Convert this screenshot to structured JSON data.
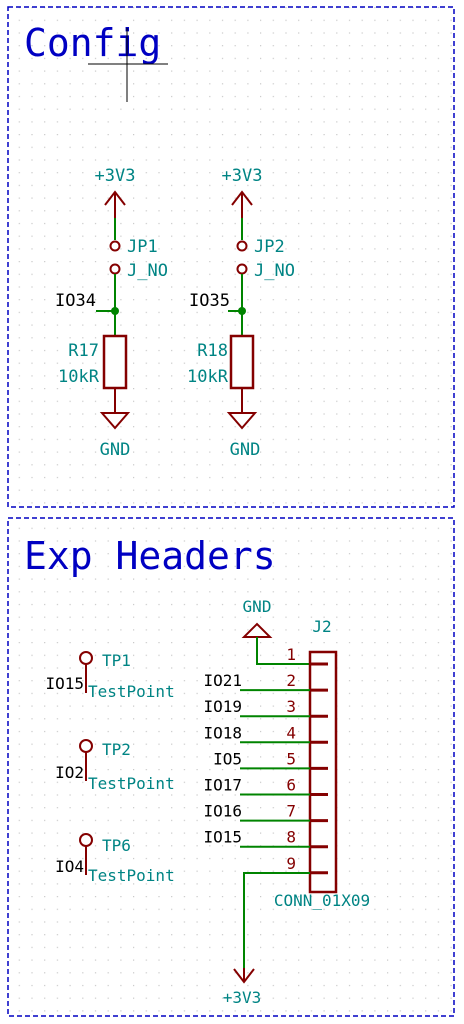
{
  "sections": {
    "config": {
      "title": "Config",
      "left": {
        "power": "+3V3",
        "jumper_ref": "JP1",
        "jumper_val": "J_NO",
        "net": "IO34",
        "res_ref": "R17",
        "res_val": "10kR",
        "gnd": "GND"
      },
      "right": {
        "power": "+3V3",
        "jumper_ref": "JP2",
        "jumper_val": "J_NO",
        "net": "IO35",
        "res_ref": "R18",
        "res_val": "10kR",
        "gnd": "GND"
      }
    },
    "exp": {
      "title": "Exp Headers",
      "testpoints": [
        {
          "ref": "TP1",
          "val": "TestPoint",
          "net": "IO15"
        },
        {
          "ref": "TP2",
          "val": "TestPoint",
          "net": "IO2"
        },
        {
          "ref": "TP6",
          "val": "TestPoint",
          "net": "IO4"
        }
      ],
      "connector": {
        "ref": "J2",
        "val": "CONN_01X09",
        "gnd": "GND",
        "power": "+3V3",
        "pins": [
          "1",
          "2",
          "3",
          "4",
          "5",
          "6",
          "7",
          "8",
          "9"
        ],
        "nets": [
          "IO21",
          "IO19",
          "IO18",
          "IO5",
          "IO17",
          "IO16",
          "IO15"
        ]
      }
    }
  },
  "colors": {
    "frame": "#0000c2",
    "wire": "#008400",
    "symbol": "#840000",
    "field": "#008484",
    "grid": "#c8c8c8"
  }
}
